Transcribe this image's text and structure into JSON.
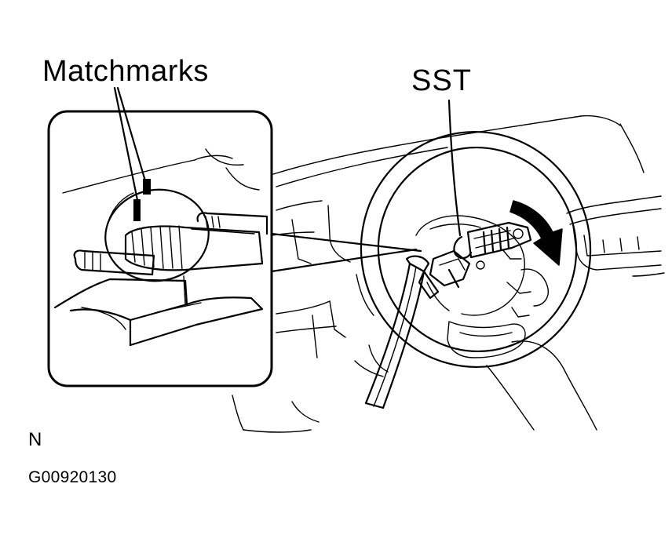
{
  "figure": {
    "labels": {
      "matchmarks": "Matchmarks",
      "sst": "SST",
      "view_code": "N",
      "figure_id": "G00920130"
    }
  },
  "colors": {
    "ink": "#000000",
    "background": "#ffffff"
  },
  "icons": {
    "rotation_arrow": "curved-arrow-clockwise-icon"
  }
}
